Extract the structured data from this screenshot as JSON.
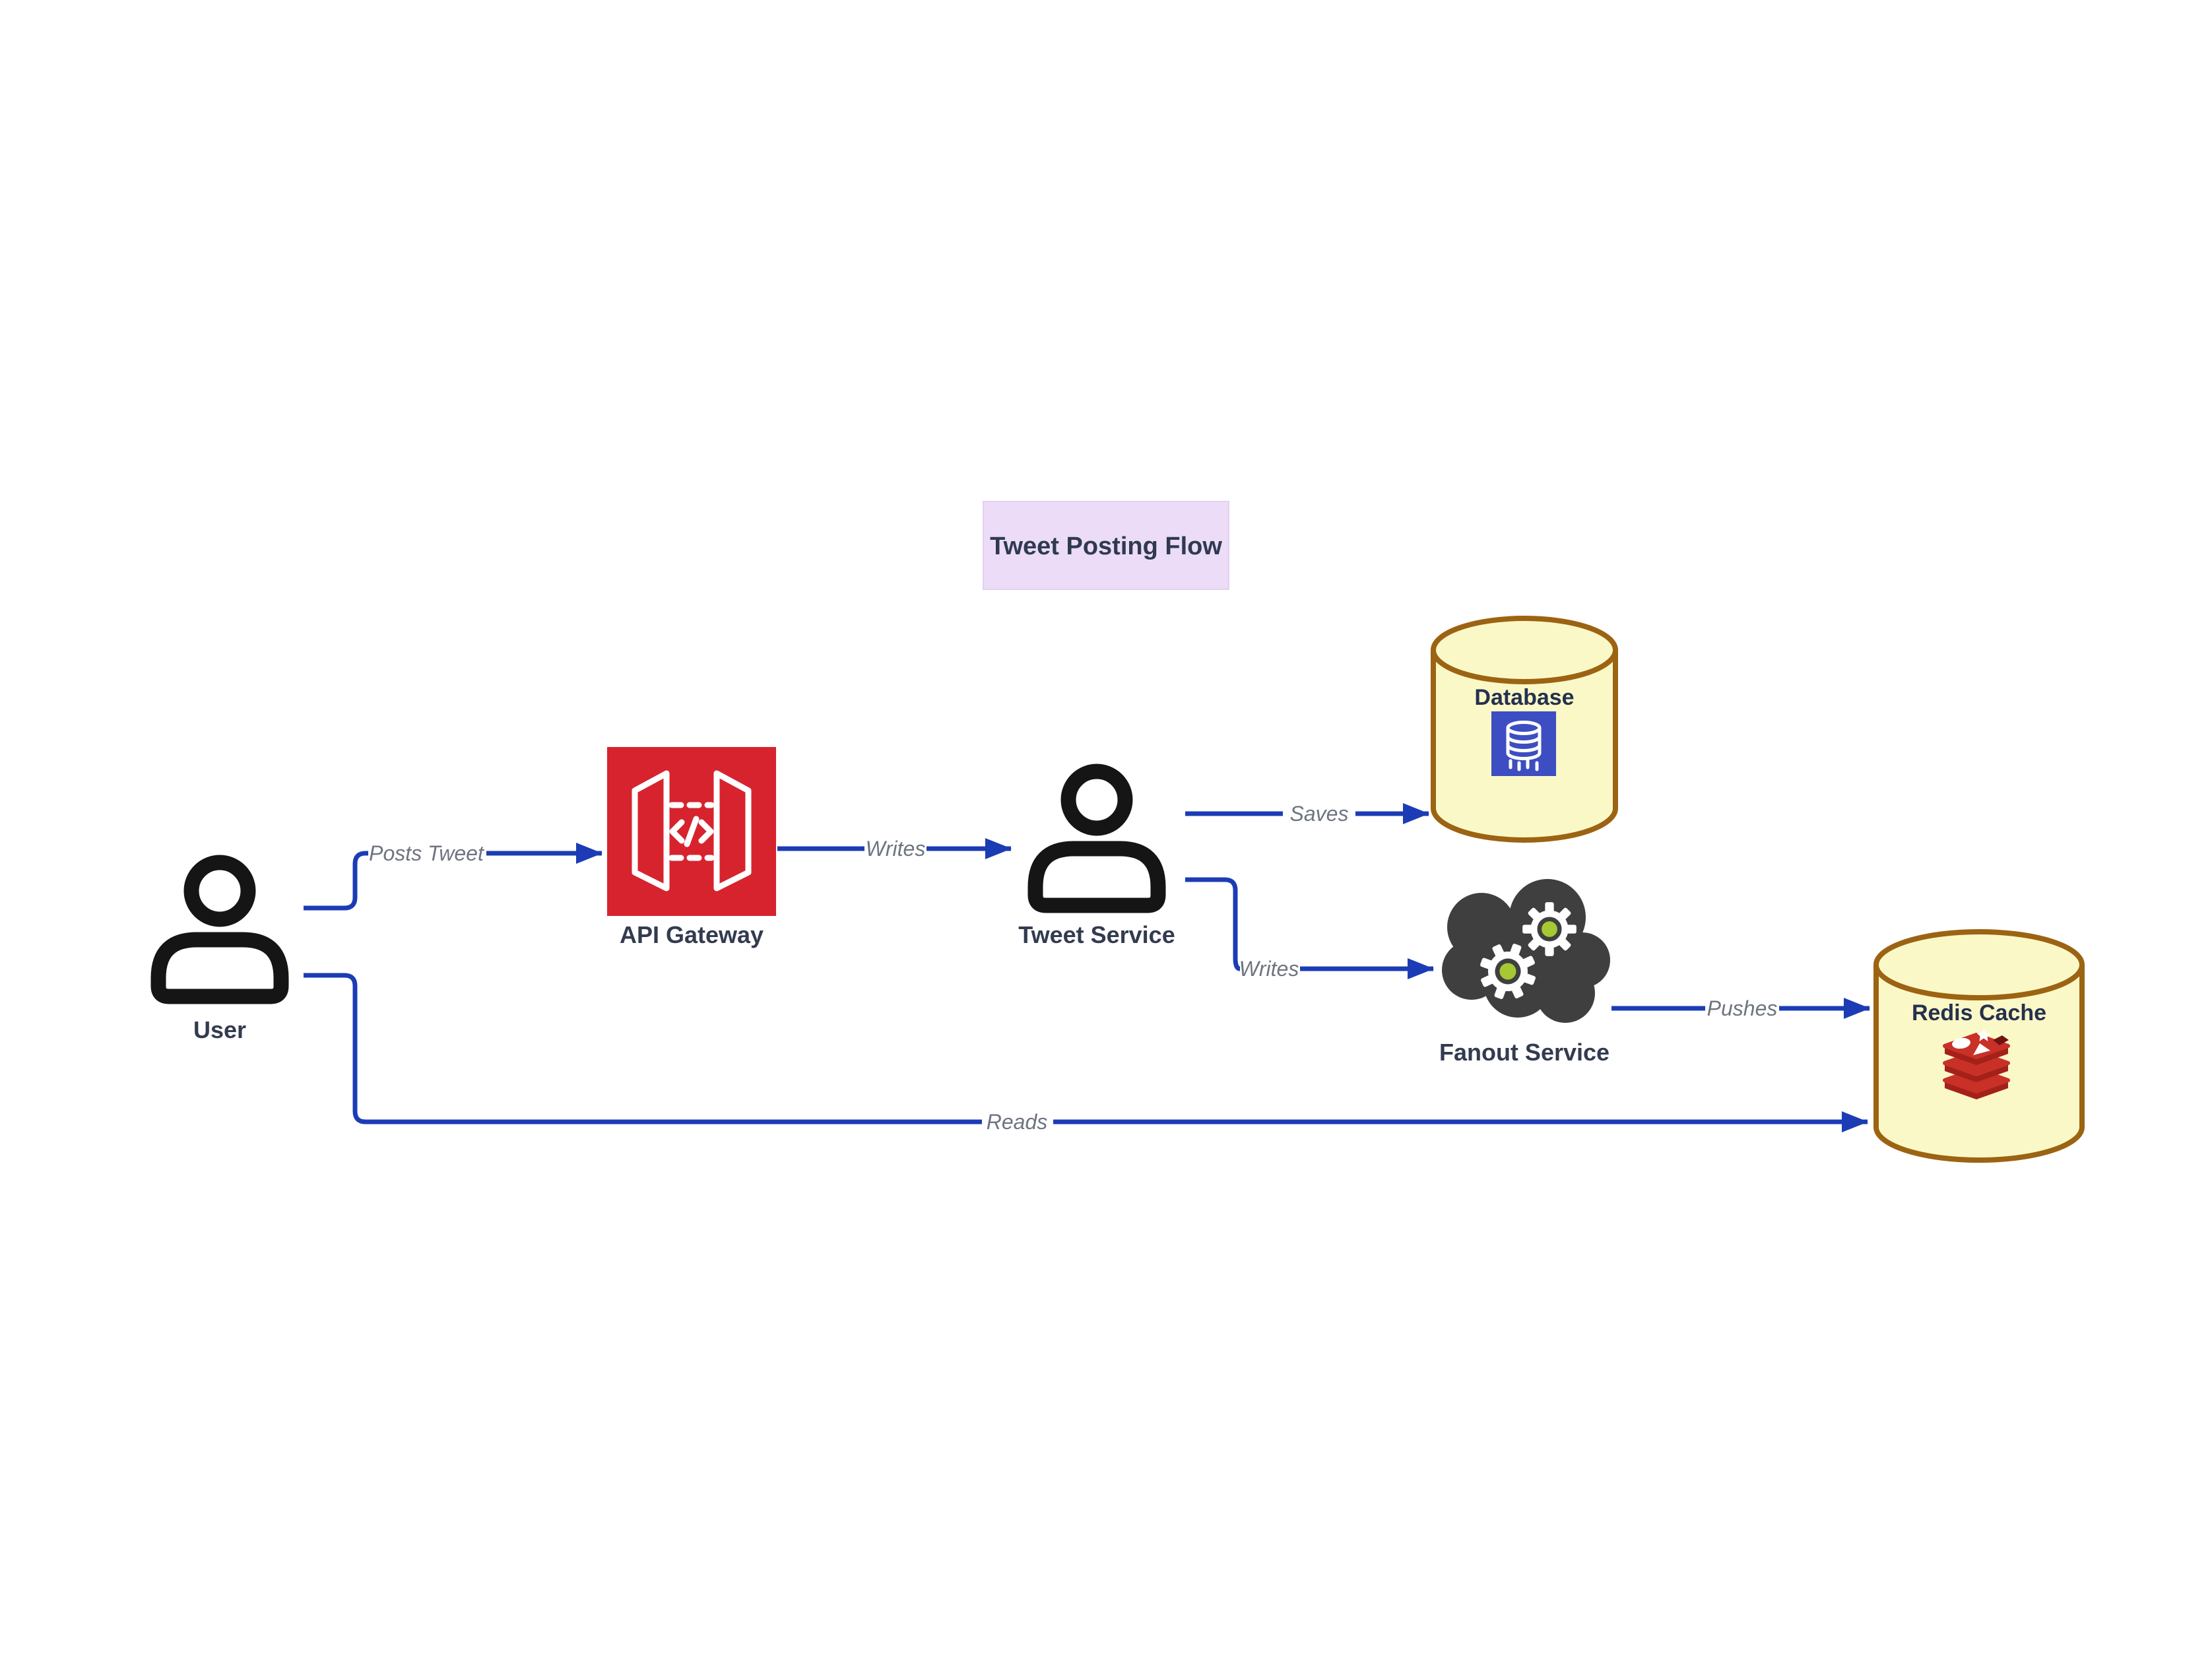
{
  "title": {
    "label": "Tweet Posting Flow"
  },
  "nodes": {
    "user": {
      "label": "User",
      "icon": "person-icon"
    },
    "api_gateway": {
      "label": "API Gateway",
      "icon": "api-gateway-icon"
    },
    "tweet_service": {
      "label": "Tweet Service",
      "icon": "person-icon"
    },
    "database": {
      "label": "Database",
      "icon": "database-cylinder-icon"
    },
    "fanout_service": {
      "label": "Fanout Service",
      "icon": "cloud-gears-icon"
    },
    "redis_cache": {
      "label": "Redis Cache",
      "icon": "redis-logo-icon"
    }
  },
  "edges": {
    "user_to_api_gateway": {
      "label": "Posts Tweet",
      "from": "User",
      "to": "API Gateway"
    },
    "api_gateway_to_tweet_service": {
      "label": "Writes",
      "from": "API Gateway",
      "to": "Tweet Service"
    },
    "tweet_service_to_database": {
      "label": "Saves",
      "from": "Tweet Service",
      "to": "Database"
    },
    "tweet_service_to_fanout": {
      "label": "Writes",
      "from": "Tweet Service",
      "to": "Fanout Service"
    },
    "fanout_to_redis": {
      "label": "Pushes",
      "from": "Fanout Service",
      "to": "Redis Cache"
    },
    "user_to_redis": {
      "label": "Reads",
      "from": "User",
      "to": "Redis Cache"
    }
  },
  "colors": {
    "edge_blue": "#1c3cb5",
    "node_label_navy": "#333b4f",
    "edge_label_gray": "#6e7480",
    "title_bg_lavender": "#ecdcf7",
    "cylinder_yellow": "#fbf8c7",
    "cylinder_brown": "#9c6312",
    "gateway_red": "#d7232e",
    "db_icon_blue": "#3d4ec2",
    "cloud_charcoal": "#3f3f3f",
    "gear_green": "#a6c832",
    "redis_red": "#c93028",
    "redis_dark_red": "#a32119",
    "person_black": "#151515"
  }
}
